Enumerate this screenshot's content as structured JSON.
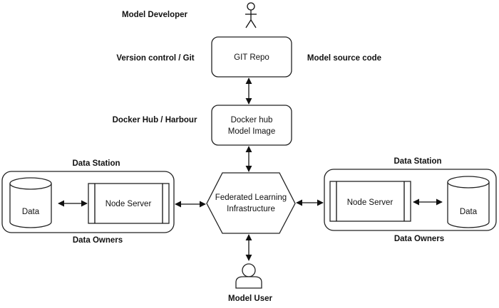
{
  "labels": {
    "model_developer": "Model Developer",
    "version_control": "Version control / Git",
    "model_source_code": "Model source code",
    "docker_hub_harbour": "Docker Hub / Harbour",
    "data_station_left": "Data Station",
    "data_station_right": "Data Station",
    "data_owners_left": "Data Owners",
    "data_owners_right": "Data Owners",
    "model_user": "Model User"
  },
  "nodes": {
    "git_repo": "GIT Repo",
    "docker_line1": "Docker hub",
    "docker_line2": "Model Image",
    "fl_line1": "Federated Learning",
    "fl_line2": "Infrastructure",
    "node_server_left": "Node Server",
    "node_server_right": "Node Server",
    "data_left": "Data",
    "data_right": "Data"
  }
}
